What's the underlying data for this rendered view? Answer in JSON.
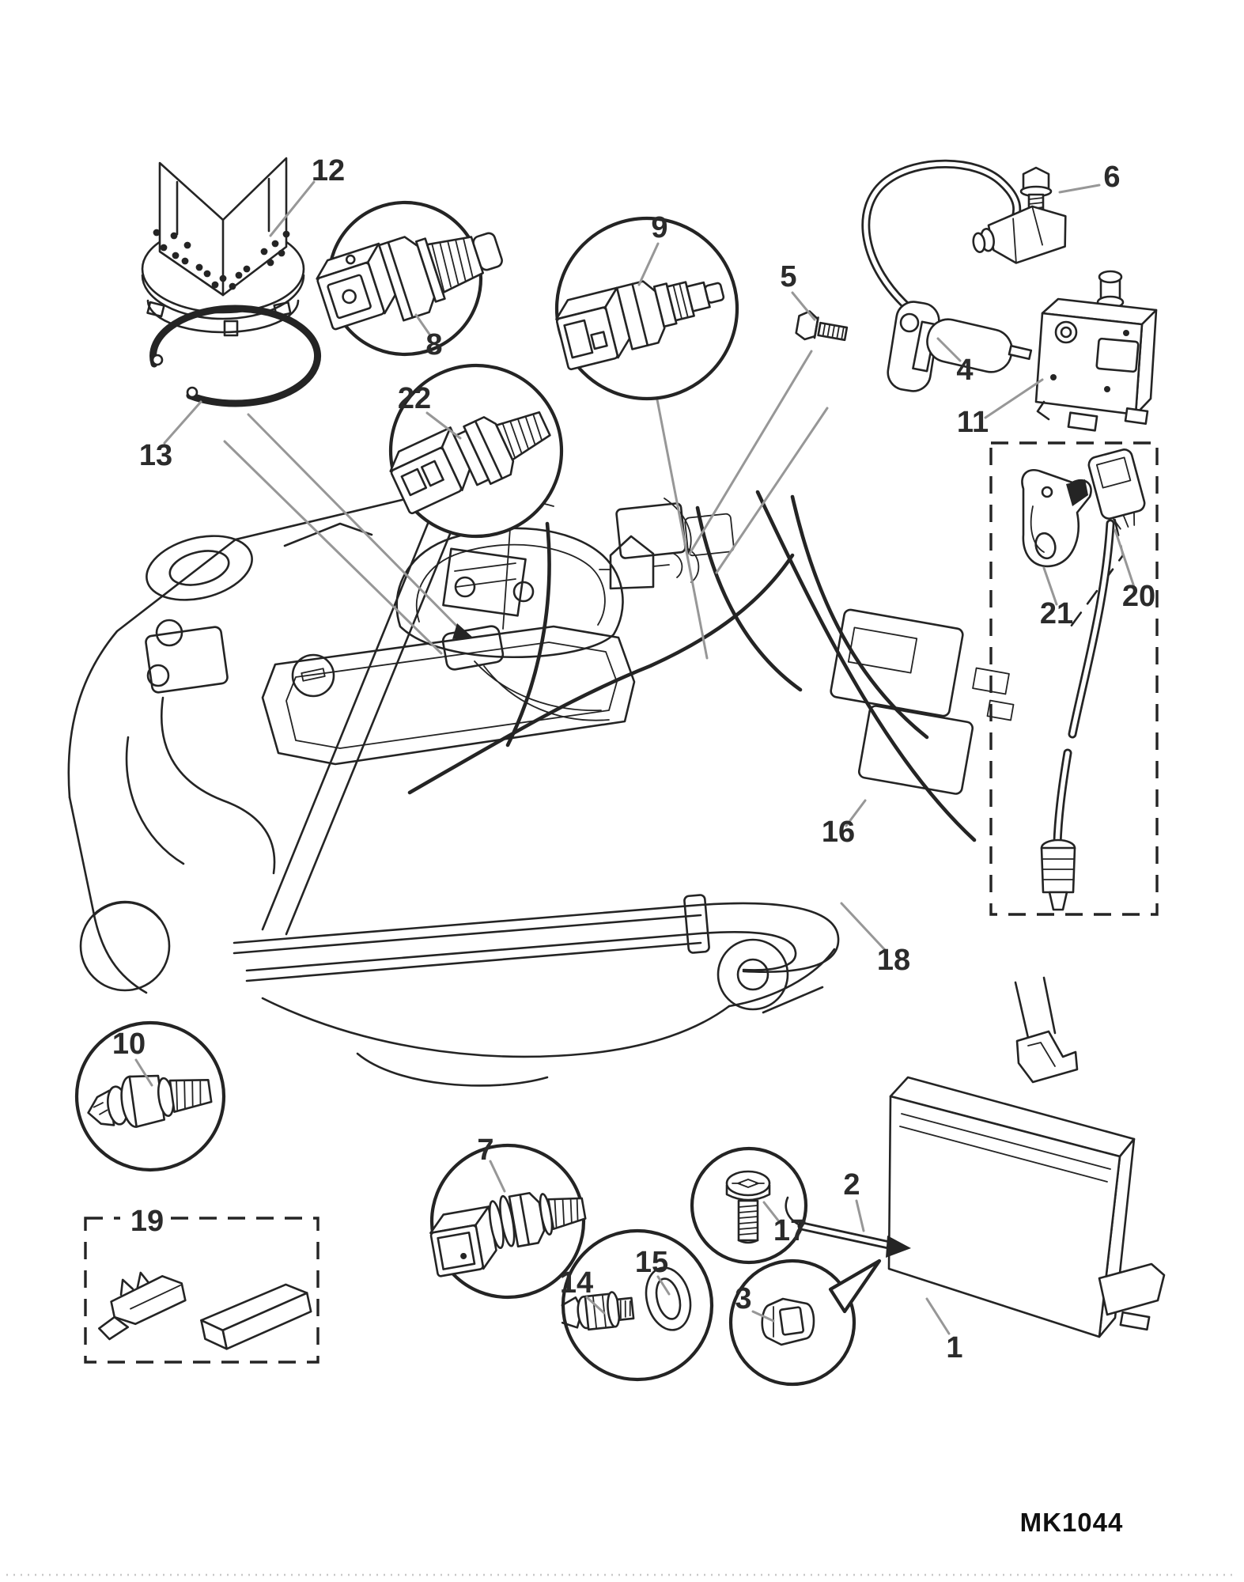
{
  "figure": {
    "code": "MK1044"
  },
  "callouts": {
    "p1": "1",
    "p2": "2",
    "p3": "3",
    "p4": "4",
    "p5": "5",
    "p6": "6",
    "p7": "7",
    "p8": "8",
    "p9": "9",
    "p10": "10",
    "p11": "11",
    "p12": "12",
    "p13": "13",
    "p14": "14",
    "p15": "15",
    "p16": "16",
    "p17": "17",
    "p18": "18",
    "p19": "19",
    "p20": "20",
    "p21": "21",
    "p22": "22"
  }
}
